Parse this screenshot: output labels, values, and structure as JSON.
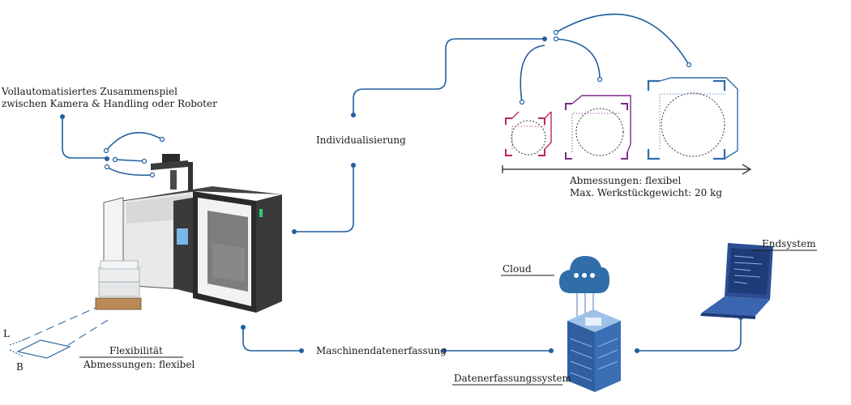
{
  "labels": {
    "automation_line1": "Vollautomatisiertes Zusammenspiel",
    "automation_line2": "zwischen Kamera & Handling oder Roboter",
    "individualisierung": "Individualisierung",
    "dims_flexible": "Abmessungen: flexibel",
    "max_weight": "Max. Werkstückgewicht: 20 kg",
    "cloud": "Cloud",
    "endsystem": "Endsystem",
    "flexibilitaet": "Flexibilität",
    "flex_dims": "Abmessungen: flexibel",
    "maschinendaten": "Maschinendatenerfassung",
    "datenerfassung": "Datenerfassungssystem",
    "dim_L": "L",
    "dim_B": "B"
  },
  "colors": {
    "connector": "#1f5f9e",
    "box_small": "#c0245a",
    "box_medium": "#7a2e86",
    "box_large": "#2f6ea8",
    "server": "#3a6fb5",
    "laptop": "#2c4f93"
  }
}
